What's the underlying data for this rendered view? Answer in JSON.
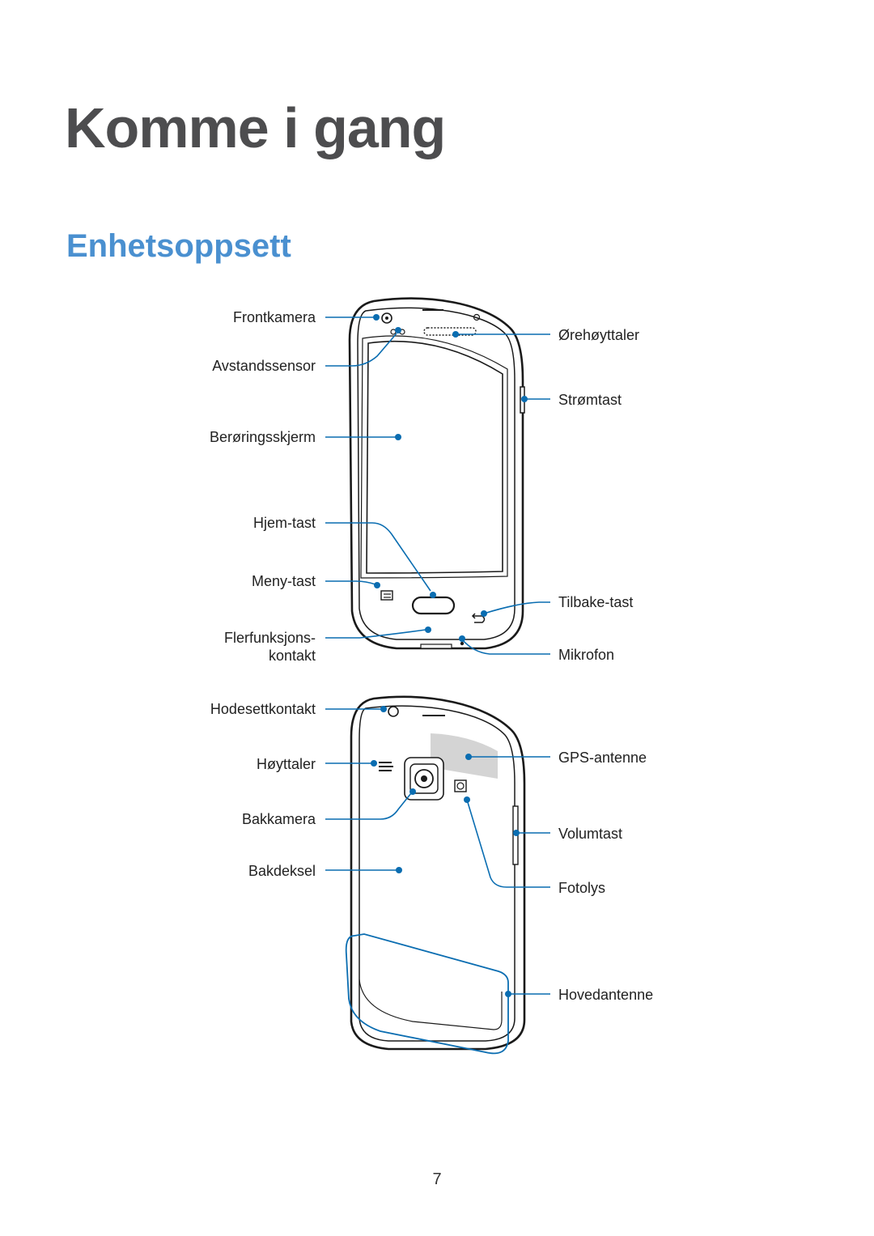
{
  "chapter_title": "Komme i gang",
  "section_title": "Enhetsoppsett",
  "front_labels": {
    "frontkamera": "Frontkamera",
    "avstandssensor": "Avstandssensor",
    "beroringsskjerm": "Berøringsskjerm",
    "hjem_tast": "Hjem-tast",
    "meny_tast": "Meny-tast",
    "flerfunksjons_line1": "Flerfunksjons-",
    "flerfunksjons_line2": "kontakt",
    "orehoyttaler": "Ørehøyttaler",
    "stromtast": "Strømtast",
    "tilbake_tast": "Tilbake-tast",
    "mikrofon": "Mikrofon"
  },
  "back_labels": {
    "hodesettkontakt": "Hodesettkontakt",
    "hoyttaler": "Høyttaler",
    "bakkamera": "Bakkamera",
    "bakdeksel": "Bakdeksel",
    "gps_antenne": "GPS-antenne",
    "volumtast": "Volumtast",
    "fotolys": "Fotolys",
    "hovedantenne": "Hovedantenne"
  },
  "page_number": "7",
  "colors": {
    "chapter_title": "#4d4d4f",
    "section_title": "#4a90d0",
    "leader_line": "#0a6db1"
  }
}
